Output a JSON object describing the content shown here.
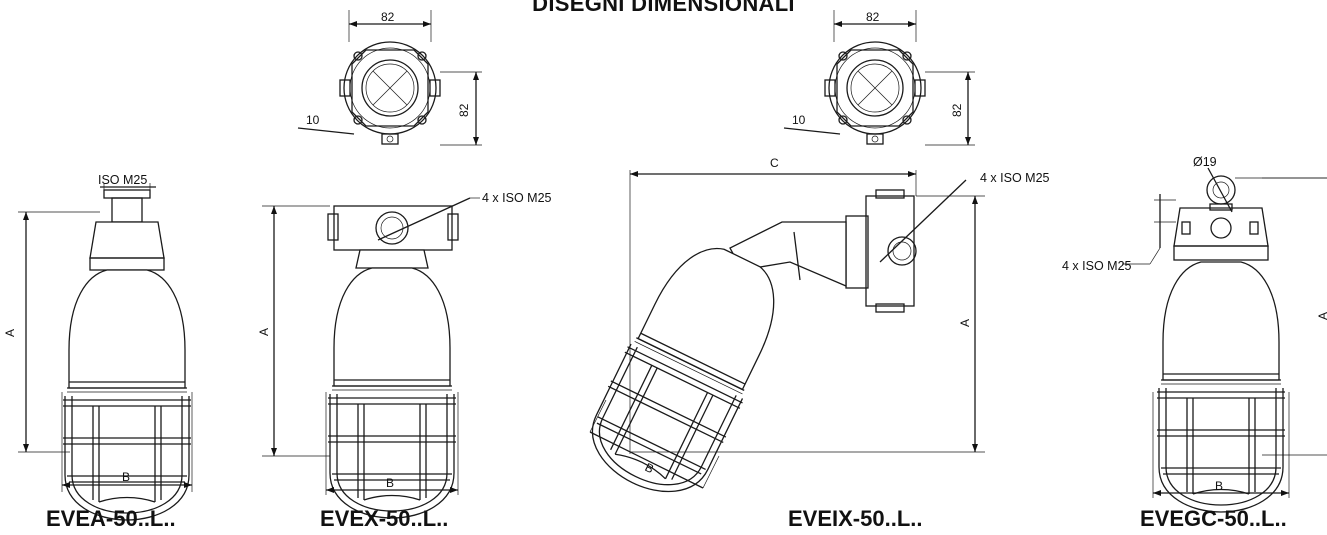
{
  "title": "DISEGNI DIMENSIONALI",
  "models": [
    "EVEA-50..L..",
    "EVEX-50..L..",
    "EVEIX-50..L..",
    "EVEGC-50..L.."
  ],
  "dimensions": {
    "A": "A",
    "B": "B",
    "C": "C",
    "flange_width": "82",
    "flange_height": "82",
    "hole": "10",
    "ring_diameter": "Ø19"
  },
  "labels": {
    "iso_single": "ISO M25",
    "iso_multi": "4 x ISO M25"
  }
}
